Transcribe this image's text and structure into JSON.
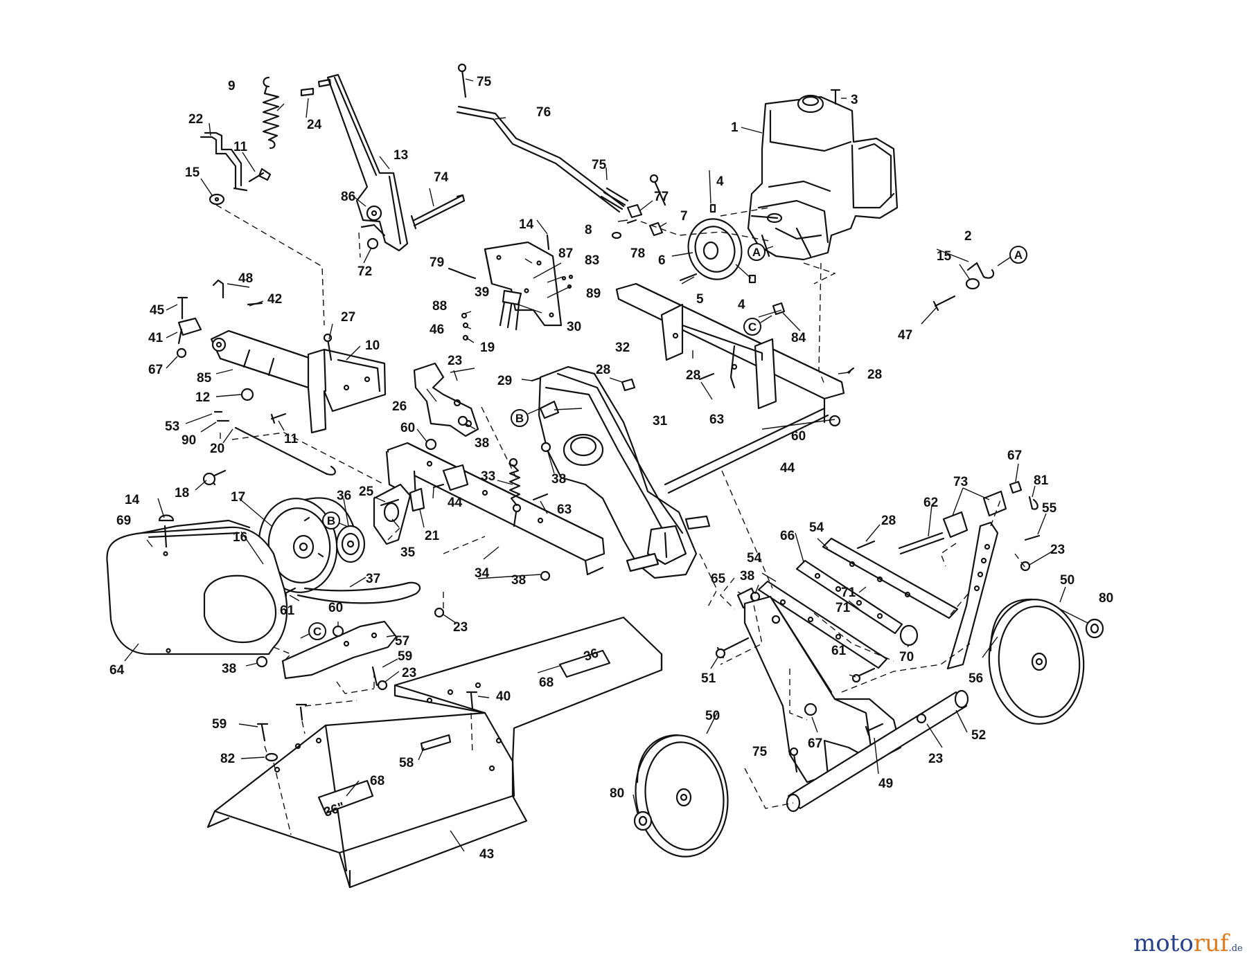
{
  "diagram": {
    "type": "exploded-parts-diagram",
    "part_callouts": [
      {
        "id": "c1",
        "num": "1"
      },
      {
        "id": "c2",
        "num": "2"
      },
      {
        "id": "c3",
        "num": "3"
      },
      {
        "id": "c4a",
        "num": "4"
      },
      {
        "id": "c4b",
        "num": "4"
      },
      {
        "id": "c5",
        "num": "5"
      },
      {
        "id": "c6",
        "num": "6"
      },
      {
        "id": "c7",
        "num": "7"
      },
      {
        "id": "c8",
        "num": "8"
      },
      {
        "id": "c9",
        "num": "9"
      },
      {
        "id": "c10",
        "num": "10"
      },
      {
        "id": "c11a",
        "num": "11"
      },
      {
        "id": "c11b",
        "num": "11"
      },
      {
        "id": "c12",
        "num": "12"
      },
      {
        "id": "c13",
        "num": "13"
      },
      {
        "id": "c14a",
        "num": "14"
      },
      {
        "id": "c14b",
        "num": "14"
      },
      {
        "id": "c15a",
        "num": "15"
      },
      {
        "id": "c15b",
        "num": "15"
      },
      {
        "id": "c16",
        "num": "16"
      },
      {
        "id": "c17",
        "num": "17"
      },
      {
        "id": "c18",
        "num": "18"
      },
      {
        "id": "c19",
        "num": "19"
      },
      {
        "id": "c20",
        "num": "20"
      },
      {
        "id": "c21",
        "num": "21"
      },
      {
        "id": "c22",
        "num": "22"
      },
      {
        "id": "c23a",
        "num": "23"
      },
      {
        "id": "c23b",
        "num": "23"
      },
      {
        "id": "c23c",
        "num": "23"
      },
      {
        "id": "c23d",
        "num": "23"
      },
      {
        "id": "c23e",
        "num": "23"
      },
      {
        "id": "c24",
        "num": "24"
      },
      {
        "id": "c25",
        "num": "25"
      },
      {
        "id": "c26",
        "num": "26"
      },
      {
        "id": "c27",
        "num": "27"
      },
      {
        "id": "c28a",
        "num": "28"
      },
      {
        "id": "c28b",
        "num": "28"
      },
      {
        "id": "c28c",
        "num": "28"
      },
      {
        "id": "c28d",
        "num": "28"
      },
      {
        "id": "c29",
        "num": "29"
      },
      {
        "id": "c30",
        "num": "30"
      },
      {
        "id": "c31",
        "num": "31"
      },
      {
        "id": "c32",
        "num": "32"
      },
      {
        "id": "c33",
        "num": "33"
      },
      {
        "id": "c34",
        "num": "34"
      },
      {
        "id": "c35",
        "num": "35"
      },
      {
        "id": "c36",
        "num": "36"
      },
      {
        "id": "c37",
        "num": "37"
      },
      {
        "id": "c38a",
        "num": "38"
      },
      {
        "id": "c38b",
        "num": "38"
      },
      {
        "id": "c38c",
        "num": "38"
      },
      {
        "id": "c38d",
        "num": "38"
      },
      {
        "id": "c38e",
        "num": "38"
      },
      {
        "id": "c39",
        "num": "39"
      },
      {
        "id": "c40",
        "num": "40"
      },
      {
        "id": "c41",
        "num": "41"
      },
      {
        "id": "c42",
        "num": "42"
      },
      {
        "id": "c43",
        "num": "43"
      },
      {
        "id": "c44a",
        "num": "44"
      },
      {
        "id": "c44b",
        "num": "44"
      },
      {
        "id": "c45",
        "num": "45"
      },
      {
        "id": "c46",
        "num": "46"
      },
      {
        "id": "c47",
        "num": "47"
      },
      {
        "id": "c48",
        "num": "48"
      },
      {
        "id": "c49",
        "num": "49"
      },
      {
        "id": "c50a",
        "num": "50"
      },
      {
        "id": "c50b",
        "num": "50"
      },
      {
        "id": "c51",
        "num": "51"
      },
      {
        "id": "c52",
        "num": "52"
      },
      {
        "id": "c53",
        "num": "53"
      },
      {
        "id": "c54a",
        "num": "54"
      },
      {
        "id": "c54b",
        "num": "54"
      },
      {
        "id": "c55",
        "num": "55"
      },
      {
        "id": "c56",
        "num": "56"
      },
      {
        "id": "c57",
        "num": "57"
      },
      {
        "id": "c58",
        "num": "58"
      },
      {
        "id": "c59a",
        "num": "59"
      },
      {
        "id": "c59b",
        "num": "59"
      },
      {
        "id": "c60a",
        "num": "60"
      },
      {
        "id": "c60b",
        "num": "60"
      },
      {
        "id": "c60c",
        "num": "60"
      },
      {
        "id": "c61a",
        "num": "61"
      },
      {
        "id": "c61b",
        "num": "61"
      },
      {
        "id": "c62",
        "num": "62"
      },
      {
        "id": "c63a",
        "num": "63"
      },
      {
        "id": "c63b",
        "num": "63"
      },
      {
        "id": "c64",
        "num": "64"
      },
      {
        "id": "c65",
        "num": "65"
      },
      {
        "id": "c66",
        "num": "66"
      },
      {
        "id": "c67a",
        "num": "67"
      },
      {
        "id": "c67b",
        "num": "67"
      },
      {
        "id": "c67c",
        "num": "67"
      },
      {
        "id": "c68a",
        "num": "68"
      },
      {
        "id": "c68b",
        "num": "68"
      },
      {
        "id": "c69",
        "num": "69"
      },
      {
        "id": "c70",
        "num": "70"
      },
      {
        "id": "c71a",
        "num": "71"
      },
      {
        "id": "c71b",
        "num": "71"
      },
      {
        "id": "c72",
        "num": "72"
      },
      {
        "id": "c73",
        "num": "73"
      },
      {
        "id": "c74",
        "num": "74"
      },
      {
        "id": "c75a",
        "num": "75"
      },
      {
        "id": "c75b",
        "num": "75"
      },
      {
        "id": "c75c",
        "num": "75"
      },
      {
        "id": "c76",
        "num": "76"
      },
      {
        "id": "c77",
        "num": "77"
      },
      {
        "id": "c78",
        "num": "78"
      },
      {
        "id": "c79",
        "num": "79"
      },
      {
        "id": "c80a",
        "num": "80"
      },
      {
        "id": "c80b",
        "num": "80"
      },
      {
        "id": "c81",
        "num": "81"
      },
      {
        "id": "c82",
        "num": "82"
      },
      {
        "id": "c83",
        "num": "83"
      },
      {
        "id": "c84",
        "num": "84"
      },
      {
        "id": "c85",
        "num": "85"
      },
      {
        "id": "c86",
        "num": "86"
      },
      {
        "id": "c87",
        "num": "87"
      },
      {
        "id": "c88",
        "num": "88"
      },
      {
        "id": "c89",
        "num": "89"
      },
      {
        "id": "c90",
        "num": "90"
      }
    ],
    "reference_markers": [
      {
        "id": "rA1",
        "letter": "A"
      },
      {
        "id": "rA2",
        "letter": "A"
      },
      {
        "id": "rB1",
        "letter": "B"
      },
      {
        "id": "rB2",
        "letter": "B"
      },
      {
        "id": "rC1",
        "letter": "C"
      },
      {
        "id": "rC2",
        "letter": "C"
      }
    ],
    "decal_text": {
      "a": "36",
      "b": "36\""
    }
  },
  "watermark": {
    "part1": "moto",
    "part2": "ruf",
    "suffix": ".de"
  },
  "colors": {
    "line": "#111111",
    "watermark_blue": "#27408b",
    "watermark_orange": "#e07a1f"
  }
}
